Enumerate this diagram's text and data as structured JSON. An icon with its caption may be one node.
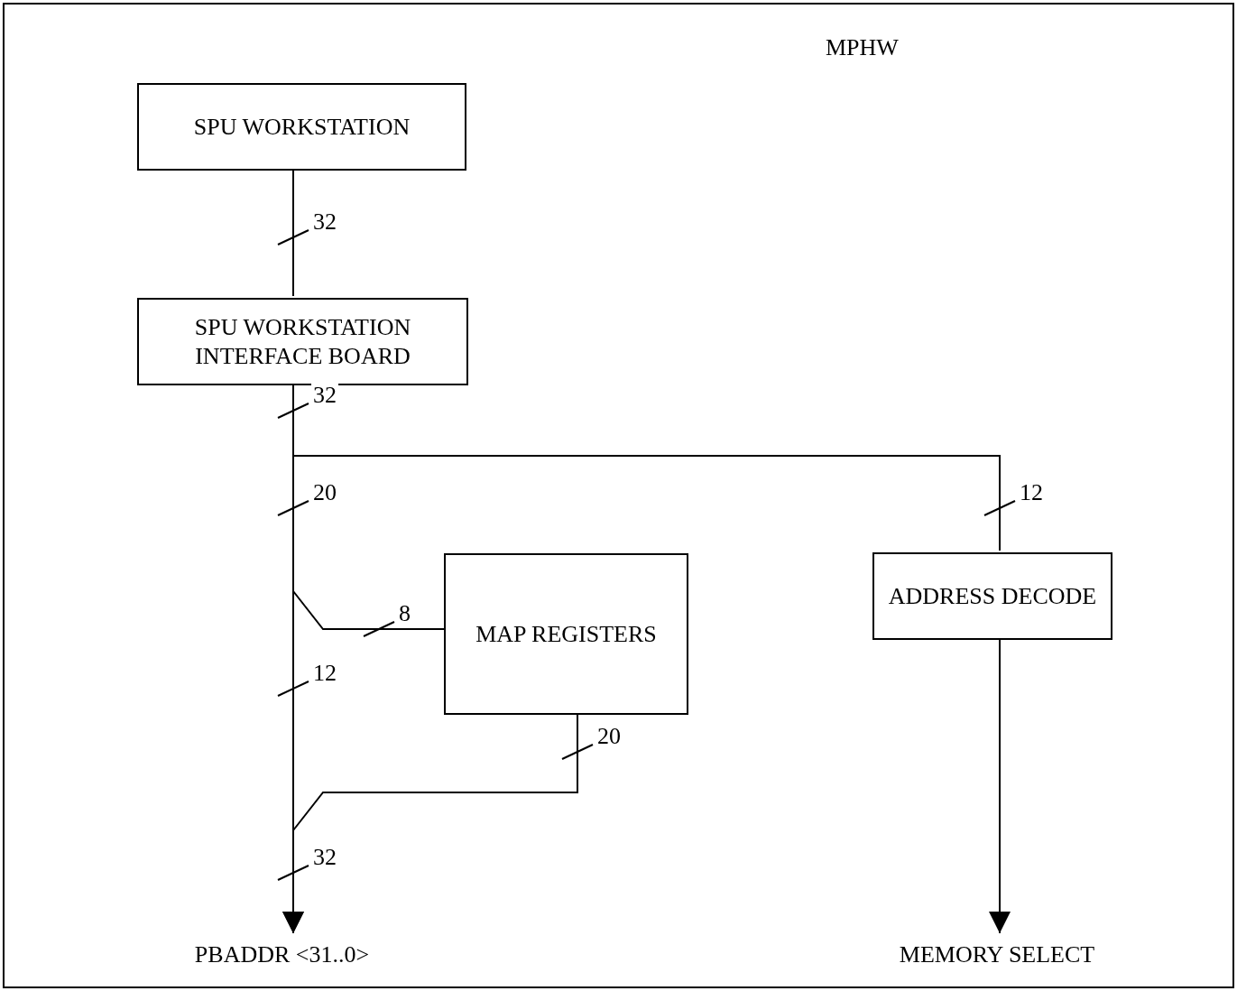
{
  "diagram": {
    "title": "MPHW",
    "nodes": [
      {
        "text": [
          "SPU WORKSTATION"
        ]
      },
      {
        "text": [
          "SPU WORKSTATION INTERFACE BOARD"
        ]
      },
      {
        "text": [
          "MAP REGISTERS"
        ]
      },
      {
        "text": [
          "ADDRESS DECODE"
        ]
      },
      {
        "text": [
          "PBADDR <31..0>"
        ]
      },
      {
        "text": [
          "MEMORY SELECT"
        ]
      }
    ],
    "edges": [
      {
        "from": 0,
        "to": 1,
        "arrow": "none",
        "label": "32"
      },
      {
        "from": 1,
        "to": 3,
        "arrow": "none",
        "label": "12"
      },
      {
        "from": 1,
        "to": 2,
        "arrow": "none",
        "label": "8"
      },
      {
        "from": 1,
        "to": 4,
        "arrow": "to",
        "label": "12"
      },
      {
        "from": 2,
        "to": 4,
        "arrow": "to",
        "label": "20"
      },
      {
        "from": 3,
        "to": 5,
        "arrow": "to"
      }
    ],
    "labels": [
      "32",
      "20",
      "32"
    ]
  }
}
